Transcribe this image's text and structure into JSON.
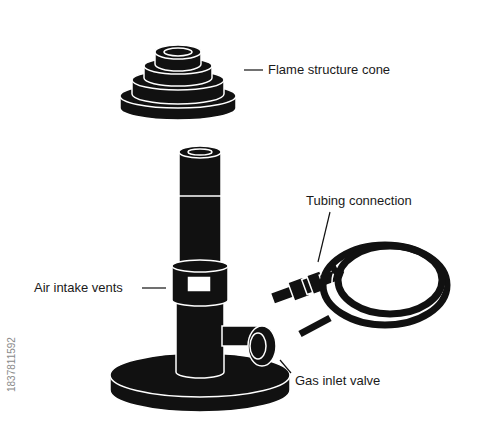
{
  "diagram": {
    "labels": [
      "Flame structure cone",
      "Tubing connection",
      "Air intake vents",
      "Gas inlet valve",
      "1837811592"
    ]
  }
}
